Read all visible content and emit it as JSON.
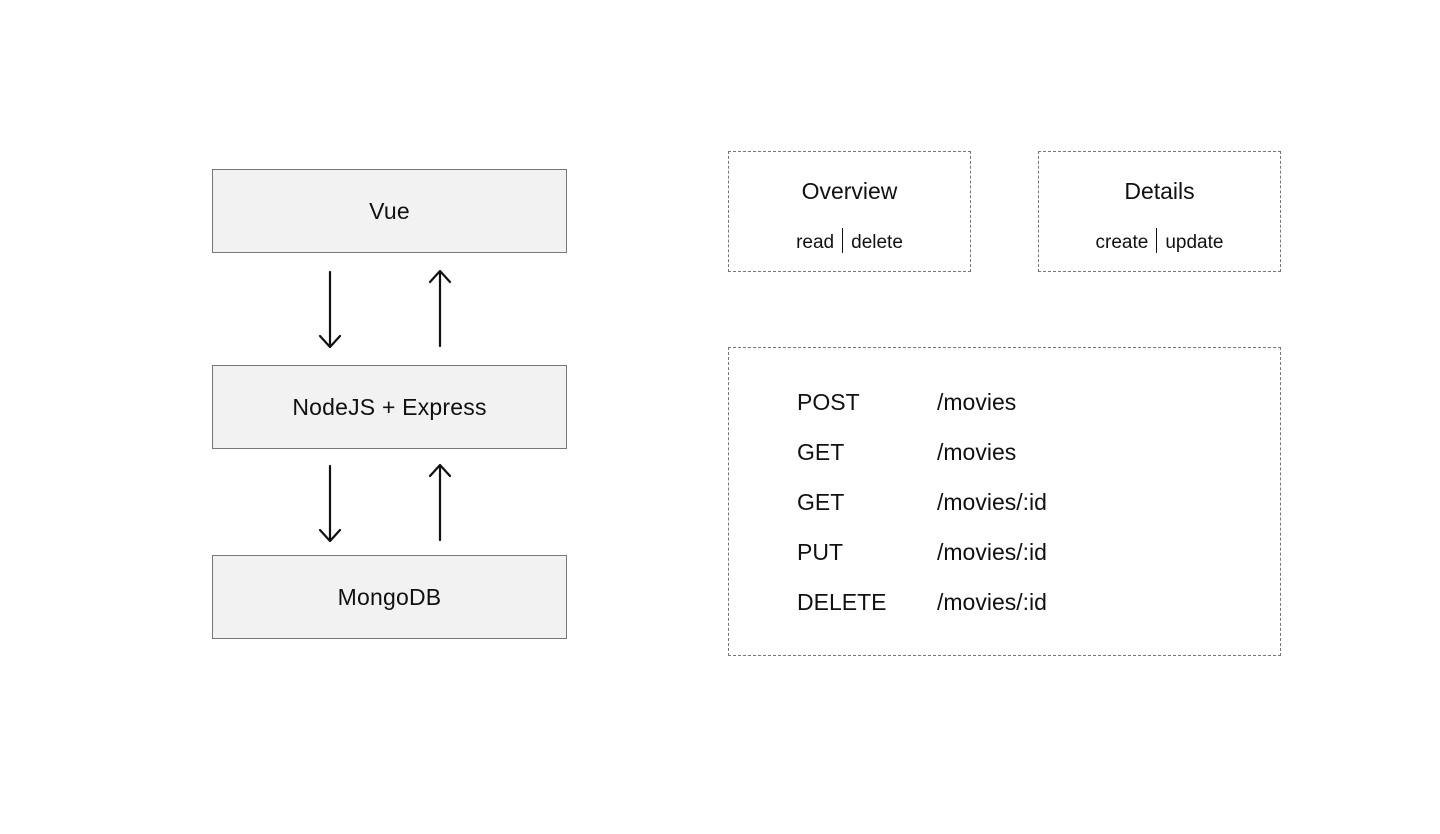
{
  "stack": {
    "frontend": "Vue",
    "backend": "NodeJS + Express",
    "database": "MongoDB"
  },
  "views": [
    {
      "title": "Overview",
      "ops": [
        "read",
        "delete"
      ]
    },
    {
      "title": "Details",
      "ops": [
        "create",
        "update"
      ]
    }
  ],
  "routes": [
    {
      "method": "POST",
      "path": "/movies"
    },
    {
      "method": "GET",
      "path": "/movies"
    },
    {
      "method": "GET",
      "path": "/movies/:id"
    },
    {
      "method": "PUT",
      "path": "/movies/:id"
    },
    {
      "method": "DELETE",
      "path": "/movies/:id"
    }
  ],
  "colors": {
    "box_fill": "#f2f2f2",
    "box_border": "#777777",
    "text": "#111111"
  }
}
